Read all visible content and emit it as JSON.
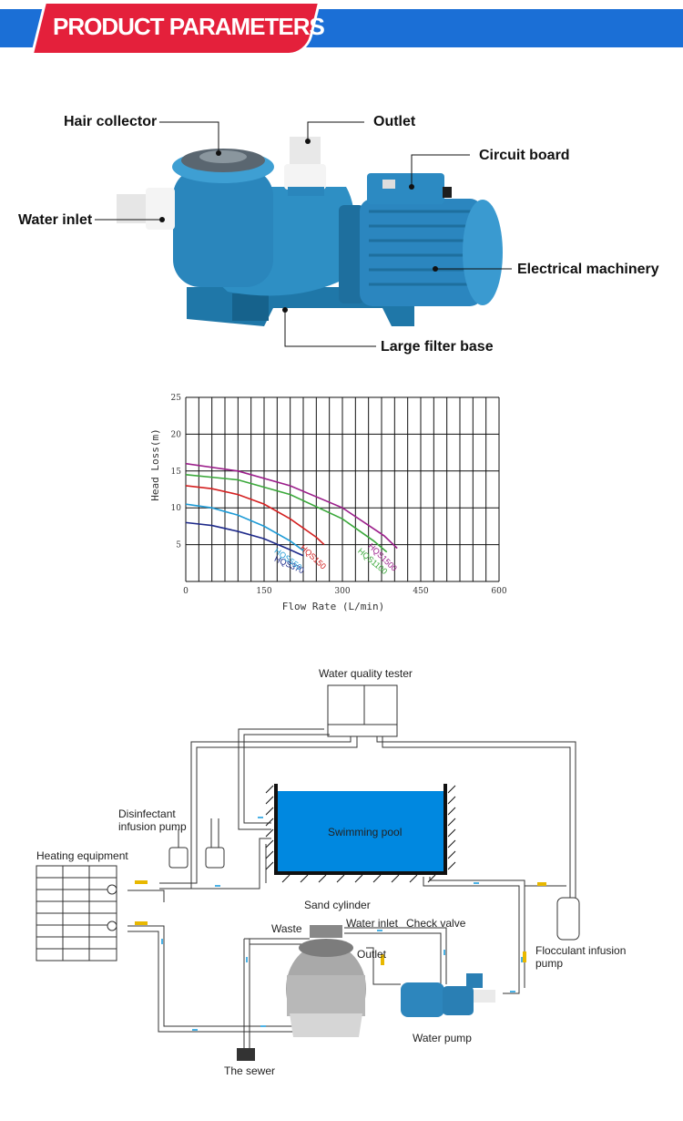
{
  "header": {
    "title": "PRODUCT PARAMETERS",
    "bar_color": "#1b6fd6",
    "tag_color": "#e4203b"
  },
  "pump_labels": {
    "hair_collector": "Hair collector",
    "outlet": "Outlet",
    "circuit_board": "Circuit board",
    "water_inlet": "Water inlet",
    "electrical_machinery": "Electrical machinery",
    "large_filter_base": "Large filter base"
  },
  "chart_data": {
    "type": "line",
    "title": "",
    "xlabel": "Flow Rate (L/min)",
    "ylabel": "Head Loss(m)",
    "xlim": [
      0,
      600
    ],
    "ylim": [
      0,
      25
    ],
    "x_ticks": [
      "0",
      "150",
      "300",
      "450",
      "600"
    ],
    "y_ticks": [
      "5",
      "10",
      "15",
      "20",
      "25"
    ],
    "grid": true,
    "series": [
      {
        "name": "HQS370",
        "color": "#1e2a8a",
        "x": [
          0,
          50,
          100,
          150,
          200,
          225
        ],
        "y": [
          8,
          7.6,
          6.8,
          5.8,
          4.3,
          3.5
        ]
      },
      {
        "name": "HQS550",
        "color": "#1e9bd6",
        "x": [
          0,
          50,
          100,
          150,
          200,
          225
        ],
        "y": [
          10.5,
          10,
          9,
          7.5,
          5.5,
          4.2
        ]
      },
      {
        "name": "HQS150",
        "color": "#d42020",
        "x": [
          0,
          50,
          100,
          150,
          200,
          250,
          265
        ],
        "y": [
          13,
          12.6,
          11.8,
          10.5,
          8.5,
          6,
          5
        ]
      },
      {
        "name": "HQS1100",
        "color": "#3aa83a",
        "x": [
          0,
          100,
          200,
          300,
          360,
          385
        ],
        "y": [
          14.5,
          13.8,
          11.8,
          8.5,
          5.5,
          4
        ]
      },
      {
        "name": "HQS1500",
        "color": "#9b1d8a",
        "x": [
          0,
          100,
          200,
          300,
          380,
          405
        ],
        "y": [
          16,
          15,
          13,
          10,
          6.2,
          4.5
        ]
      }
    ]
  },
  "diagram": {
    "water_quality_tester": "Water quality tester",
    "disinfectant_pump": "Disinfectant\ninfusion pump",
    "heating_equipment": "Heating equipment",
    "swimming_pool": "Swimming pool",
    "sand_cylinder": "Sand cylinder",
    "waste": "Waste",
    "water_inlet": "Water inlet",
    "check_valve": "Check valve",
    "outlet": "Outlet",
    "flocculant_pump": "Flocculant infusion\npump",
    "water_pump": "Water pump",
    "the_sewer": "The sewer",
    "pool_color": "#0088e0"
  }
}
